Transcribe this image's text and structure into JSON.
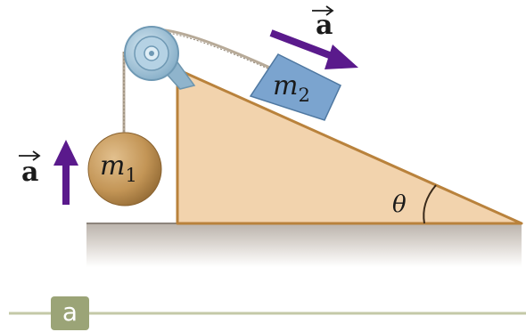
{
  "labels": {
    "accel_top": "a",
    "accel_left": "a",
    "m2_base": "m",
    "m2_sub": "2",
    "m1_base": "m",
    "m1_sub": "1",
    "theta": "θ",
    "panel": "a"
  },
  "colors": {
    "incline": "#f2d3ad",
    "incline_edge": "#b9823c",
    "block_m2": "#7ba4cf",
    "ball_m1": "#c69b5c",
    "arrow": "#5a1a8c",
    "pulley": "#9dc1d8",
    "rope": "#b7aa98",
    "floor": "#bdb6ae",
    "divider": "#c4c9a7",
    "badge": "#9ba477"
  },
  "icons": {
    "pulley": "pulley-icon",
    "accel_arrow": "arrow-icon",
    "vector_hat": "right-arrow-icon"
  }
}
